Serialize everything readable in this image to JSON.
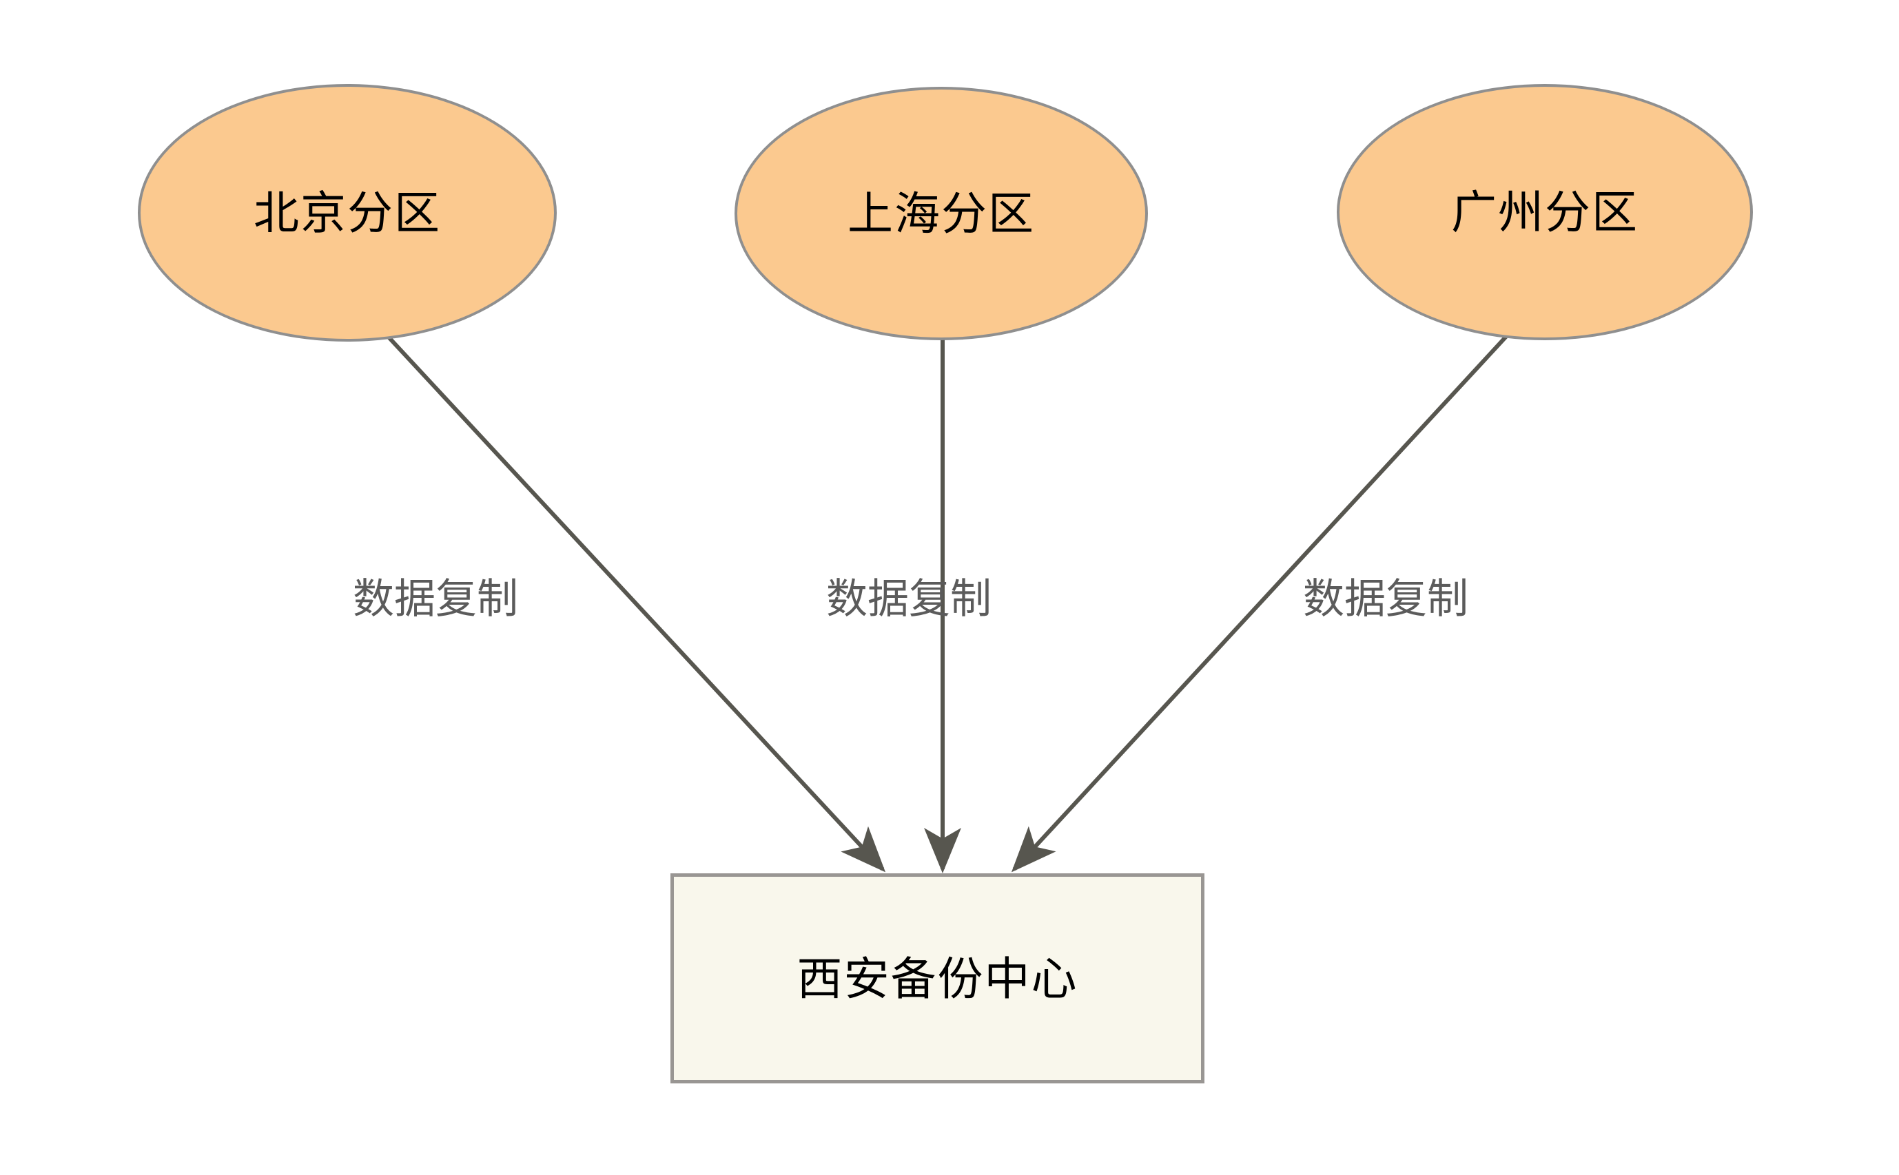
{
  "diagram": {
    "type": "flowchart",
    "direction": "top-to-bottom-converging",
    "background_color": "#ffffff",
    "title_text": "",
    "palette": {
      "ellipse_fill": "#fbc98f",
      "ellipse_stroke": "#8f8f8f",
      "box_fill": "#f9f7ec",
      "box_stroke": "#999693",
      "edge_stroke": "#57564f",
      "edge_label_color": "#5b5b5b",
      "node_text_color": "#000000"
    },
    "nodes": [
      {
        "id": "beijing",
        "shape": "ellipse",
        "label": "北京分区"
      },
      {
        "id": "shanghai",
        "shape": "ellipse",
        "label": "上海分区"
      },
      {
        "id": "guangzhou",
        "shape": "ellipse",
        "label": "广州分区"
      },
      {
        "id": "xian",
        "shape": "rectangle",
        "label": "西安备份中心"
      }
    ],
    "edges": [
      {
        "from": "beijing",
        "to": "xian",
        "label": "数据复制",
        "arrow": "single"
      },
      {
        "from": "shanghai",
        "to": "xian",
        "label": "数据复制",
        "arrow": "single"
      },
      {
        "from": "guangzhou",
        "to": "xian",
        "label": "数据复制",
        "arrow": "single"
      }
    ]
  }
}
